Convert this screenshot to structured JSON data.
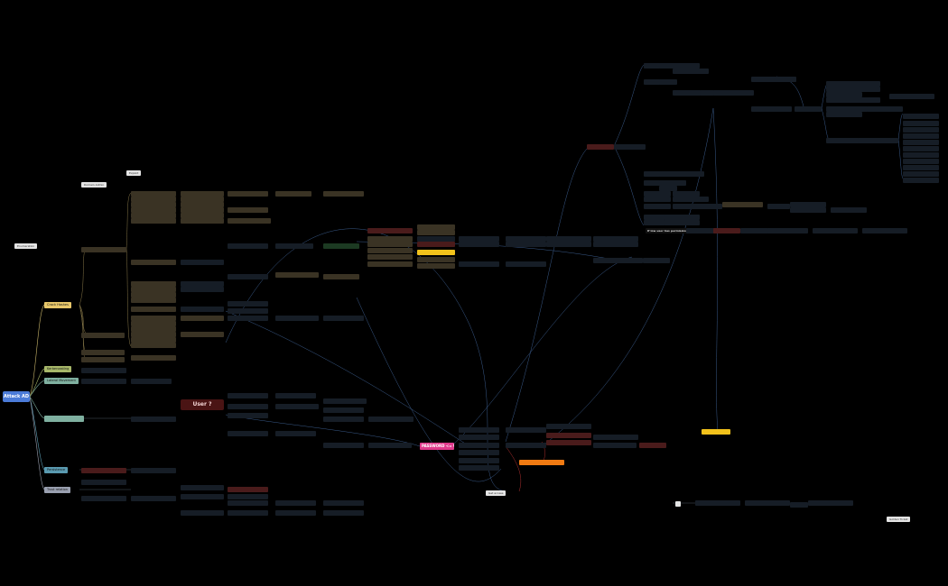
{
  "root": {
    "label": "Attack AD"
  },
  "branches": [
    {
      "label": "Crack Hashes",
      "color": "#e8c76a"
    },
    {
      "label": "Kerberoasting",
      "color": "#a8b86a"
    },
    {
      "label": "Lateral Movement",
      "color": "#7fb0a0"
    },
    {
      "label": "Persistence",
      "color": "#5a9ab0"
    },
    {
      "label": "Trust relation",
      "color": "#9aa0b0"
    }
  ],
  "special": {
    "user": "User ?",
    "password_user": "PASSWORD <= USER"
  },
  "tags": [
    {
      "label": "Enumeration"
    },
    {
      "label": "Domain Admin"
    },
    {
      "label": "Exploit"
    },
    {
      "label": "Get access"
    },
    {
      "label": "Golden Ticket"
    }
  ],
  "section_labels": {
    "users_permissions": "If low user has permissions"
  }
}
